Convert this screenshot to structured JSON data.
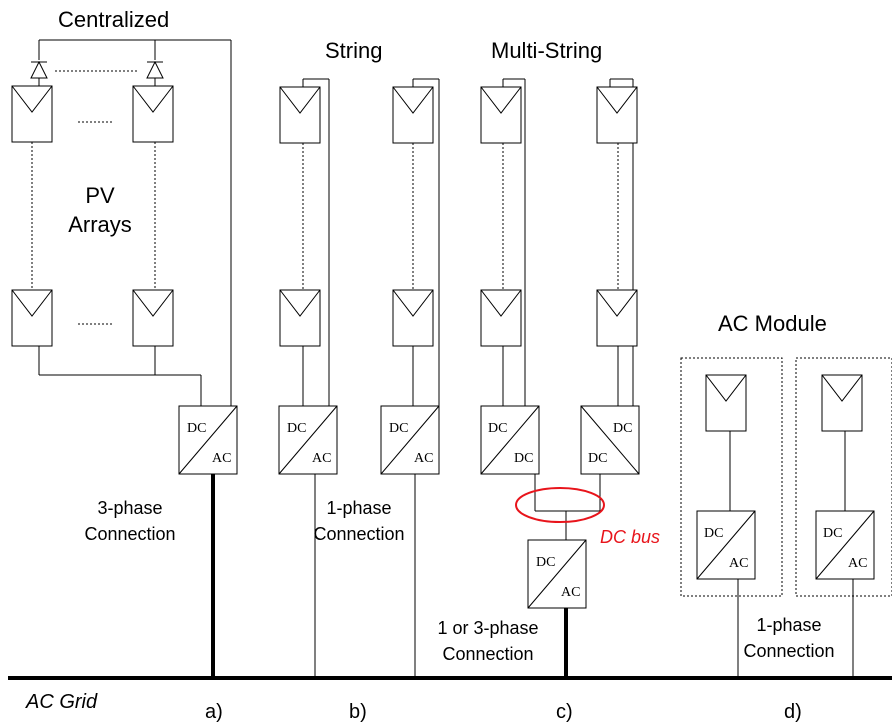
{
  "labels": {
    "centralized": "Centralized",
    "string": "String",
    "multi_string": "Multi-String",
    "ac_module": "AC Module",
    "pv_arrays_line1": "PV",
    "pv_arrays_line2": "Arrays",
    "dc_bus": "DC bus",
    "ac_grid": "AC Grid"
  },
  "connections": {
    "a_line1": "3-phase",
    "a_line2": "Connection",
    "b_line1": "1-phase",
    "b_line2": "Connection",
    "c_line1": "1 or 3-phase",
    "c_line2": "Connection",
    "d_line1": "1-phase",
    "d_line2": "Connection"
  },
  "converters": {
    "dc": "DC",
    "ac": "AC"
  },
  "subfigures": {
    "a": "a)",
    "b": "b)",
    "c": "c)",
    "d": "d)"
  },
  "colors": {
    "line": "#000000",
    "highlight": "#e8141b"
  }
}
